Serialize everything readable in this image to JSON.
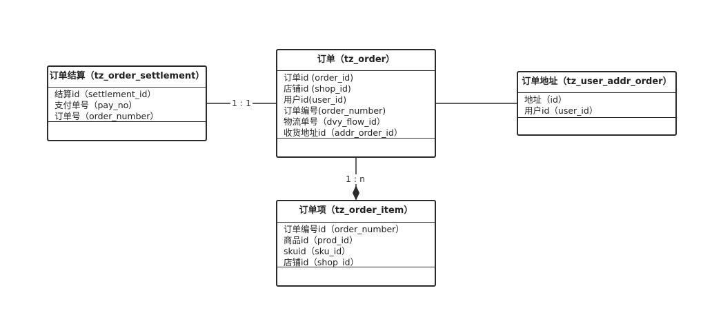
{
  "classes": {
    "settlement": {
      "title": "订单结算（tz_order_settlement）",
      "attributes": [
        "结算id（settlement_id）",
        "支付单号（pay_no）",
        "订单号（order_number）"
      ]
    },
    "order": {
      "title": "订单（tz_order）",
      "attributes": [
        "订单id (order_id)",
        "店铺id (shop_id)",
        "用户id(user_id)",
        "订单编号(order_number)",
        "物流单号（dvy_flow_id）",
        "收货地址id（addr_order_id）"
      ]
    },
    "addr": {
      "title": "订单地址（tz_user_addr_order）",
      "attributes": [
        "地址（id）",
        "用户id（user_id）"
      ]
    },
    "item": {
      "title": "订单项（tz_order_item）",
      "attributes": [
        "订单编号id（order_number）",
        "商品id（prod_id）",
        "skuid（sku_id）",
        "店铺id（shop_id）"
      ]
    }
  },
  "relations": {
    "settlement_order": "1 : 1",
    "order_item": "1 : n"
  }
}
